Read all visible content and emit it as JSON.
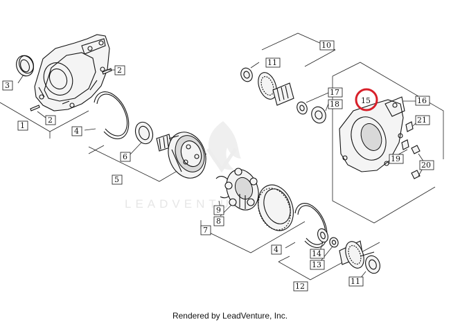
{
  "watermark": {
    "text": "LEADVENTURE"
  },
  "footer": {
    "text": "Rendered by LeadVenture, Inc."
  },
  "highlight": {
    "ref": "15",
    "color": "#d8202a"
  },
  "callouts": [
    {
      "id": "c1",
      "label": "1"
    },
    {
      "id": "c2a",
      "label": "2"
    },
    {
      "id": "c2b",
      "label": "2"
    },
    {
      "id": "c3",
      "label": "3"
    },
    {
      "id": "c4a",
      "label": "4"
    },
    {
      "id": "c4b",
      "label": "4"
    },
    {
      "id": "c5",
      "label": "5"
    },
    {
      "id": "c6",
      "label": "6"
    },
    {
      "id": "c7",
      "label": "7"
    },
    {
      "id": "c8",
      "label": "8"
    },
    {
      "id": "c9",
      "label": "9"
    },
    {
      "id": "c10",
      "label": "10"
    },
    {
      "id": "c11a",
      "label": "11"
    },
    {
      "id": "c11b",
      "label": "11"
    },
    {
      "id": "c12",
      "label": "12"
    },
    {
      "id": "c13",
      "label": "13"
    },
    {
      "id": "c14",
      "label": "14"
    },
    {
      "id": "c15",
      "label": "15"
    },
    {
      "id": "c16",
      "label": "16"
    },
    {
      "id": "c17",
      "label": "17"
    },
    {
      "id": "c18",
      "label": "18"
    },
    {
      "id": "c19",
      "label": "19"
    },
    {
      "id": "c20",
      "label": "20"
    },
    {
      "id": "c21",
      "label": "21"
    }
  ]
}
